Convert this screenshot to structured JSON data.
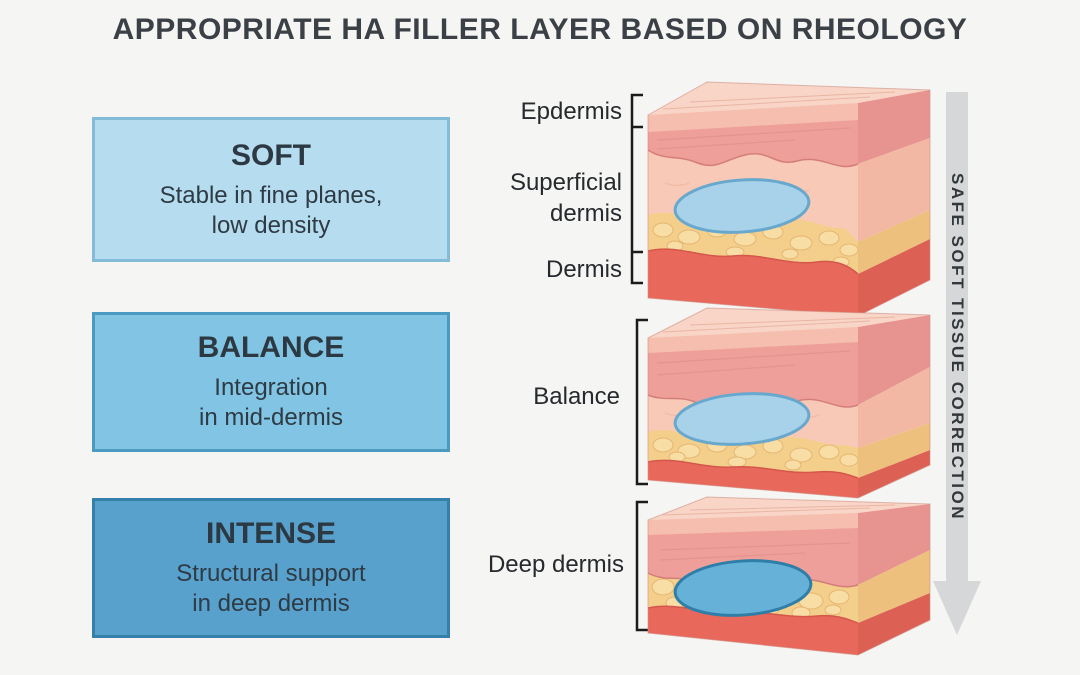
{
  "title": "APPROPRIATE HA FILLER LAYER BASED ON RHEOLOGY",
  "boxes": [
    {
      "heading": "SOFT",
      "line1": "Stable in fine planes,",
      "line2": "low density"
    },
    {
      "heading": "BALANCE",
      "line1": "Integration",
      "line2": "in mid-dermis"
    },
    {
      "heading": "INTENSE",
      "line1": "Structural support",
      "line2": "in deep dermis"
    }
  ],
  "labels": {
    "epidermis": "Epdermis",
    "superficial_line1": "Superficial",
    "superficial_line2": "dermis",
    "dermis": "Dermis",
    "balance": "Balance",
    "deep_dermis": "Deep dermis"
  },
  "arrow": {
    "label": "SAFE SOFT TISSUE CORRECTION"
  },
  "colors": {
    "background": "#f5f5f3",
    "title_text": "#3a4046",
    "soft_box_fill": "#b5dcef",
    "soft_box_border": "#83bbd9",
    "balance_box_fill": "#81c4e3",
    "balance_box_border": "#4b9ac2",
    "intense_box_fill": "#57a1cc",
    "intense_box_border": "#3480ab",
    "arrow_fill": "#d6d7d8",
    "filler_light_blue": "#a8d2ea",
    "filler_deep_blue": "#66b1d7",
    "skin_top": "#f8d5c6",
    "skin_epidermis": "#ee9f9a",
    "skin_dermis": "#f8c9b6",
    "skin_fat": "#f4cf8c",
    "skin_muscle": "#e8685c"
  }
}
